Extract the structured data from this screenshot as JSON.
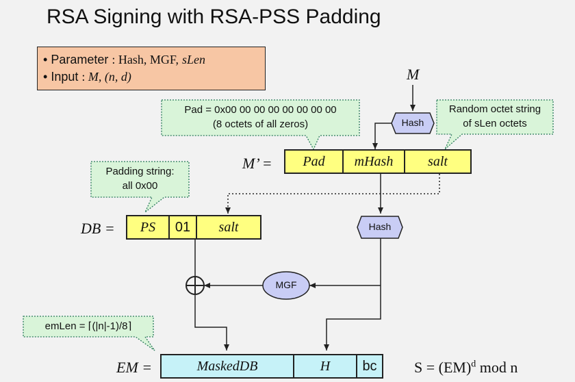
{
  "title": "RSA Signing with RSA-PSS Padding",
  "params": {
    "line1_label": "Parameter",
    "line1_value": "Hash, MGF,",
    "line1_italic": "sLen",
    "line2_label": "Input",
    "line2_value": "M, (n, d)"
  },
  "labels": {
    "m": "M",
    "m_prime": "M’ =",
    "db": "DB =",
    "em": "EM ="
  },
  "m_prime_cells": [
    "Pad",
    "mHash",
    "salt"
  ],
  "db_cells": [
    "PS",
    "01",
    "salt"
  ],
  "em_cells": [
    "MaskedDB",
    "H",
    "bc"
  ],
  "nodes": {
    "hash_top": "Hash",
    "hash_mid": "Hash",
    "mgf": "MGF"
  },
  "callouts": {
    "pad_line1": "Pad = 0x00 00 00 00 00 00 00 00",
    "pad_line2": "(8 octets of all zeros)",
    "random_line1": "Random octet string",
    "random_line2": "of sLen octets",
    "padding_line1": "Padding string:",
    "padding_line2": "all 0x00",
    "emlen": "emLen = ⌈(|n|-1)/8⌉"
  },
  "formula": {
    "base": "S = (EM)",
    "exp": "d",
    "tail": "mod n"
  },
  "colors": {
    "yellow": "#ffff80",
    "cyan": "#c6f2f8",
    "callout": "#d9f4d9",
    "hex": "#c9cdf5",
    "param": "#f7c6a4"
  }
}
